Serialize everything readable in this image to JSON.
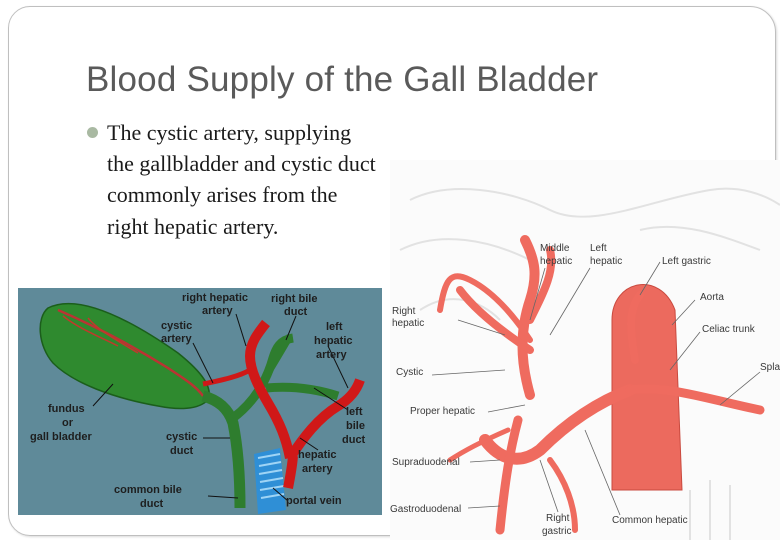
{
  "slide": {
    "title": "Blood Supply of the Gall Bladder",
    "bullet_lines": [
      "The cystic artery, supplying",
      "the gallbladder and cystic duct",
      "commonly arises from the",
      "right hepatic artery."
    ]
  },
  "left_figure": {
    "labels": {
      "right_hepatic_artery_1": "right hepatic",
      "right_hepatic_artery_2": "artery",
      "right_bile_duct_1": "right bile",
      "right_bile_duct_2": "duct",
      "cystic_artery_1": "cystic",
      "cystic_artery_2": "artery",
      "left_hepatic_artery_1": "left",
      "left_hepatic_artery_2": "hepatic",
      "left_hepatic_artery_3": "artery",
      "fundus_1": "fundus",
      "fundus_2": "or",
      "fundus_3": "gall bladder",
      "left_bile_duct_1": "left",
      "left_bile_duct_2": "bile",
      "left_bile_duct_3": "duct",
      "cystic_duct_1": "cystic",
      "cystic_duct_2": "duct",
      "hepatic_artery_1": "hepatic",
      "hepatic_artery_2": "artery",
      "common_bile_duct_1": "common bile",
      "common_bile_duct_2": "duct",
      "portal_vein": "portal vein"
    }
  },
  "right_figure": {
    "labels": {
      "middle_hepatic_1": "Middle",
      "middle_hepatic_2": "hepatic",
      "left_hepatic_1": "Left",
      "left_hepatic_2": "hepatic",
      "left_gastric": "Left gastric",
      "right_hepatic_1": "Right",
      "right_hepatic_2": "hepatic",
      "aorta": "Aorta",
      "celiac_trunk": "Celiac trunk",
      "cystic": "Cystic",
      "splenic": "Spla",
      "proper_hepatic": "Proper hepatic",
      "supraduodenal": "Supraduodenal",
      "gastroduodenal": "Gastroduodenal",
      "right_gastric_1": "Right",
      "right_gastric_2": "gastric",
      "common_hepatic": "Common hepatic"
    }
  }
}
